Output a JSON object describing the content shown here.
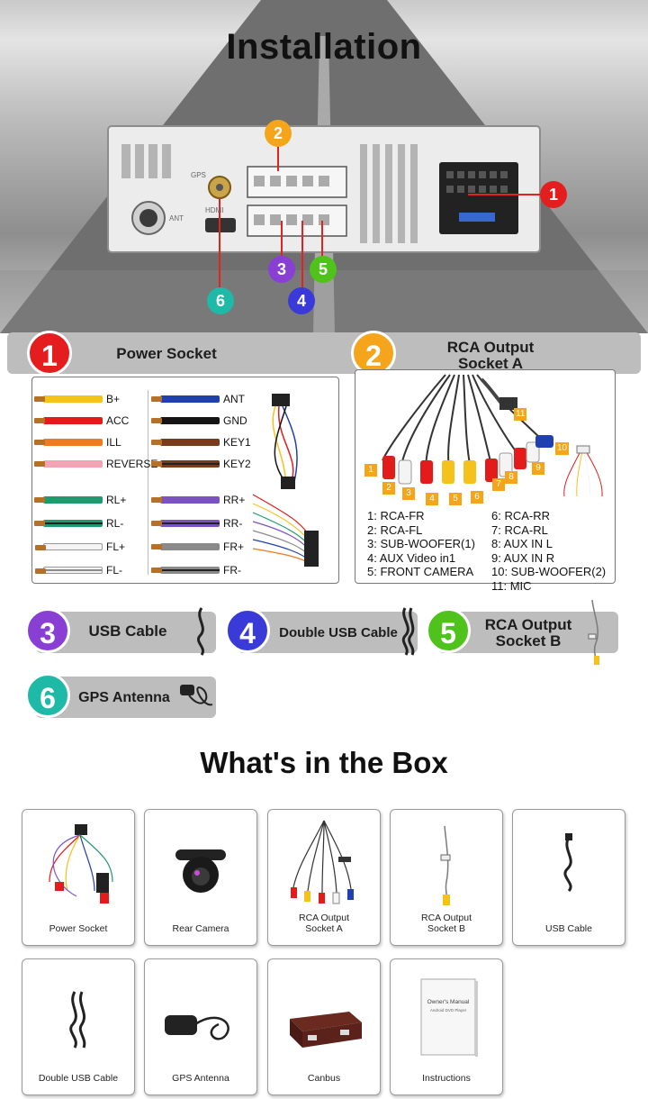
{
  "header": {
    "title": "Installation"
  },
  "unit": {
    "gps_label": "GPS",
    "hdmi_label": "HDMI",
    "ant_label": "ANT",
    "callouts": [
      "1",
      "2",
      "3",
      "4",
      "5",
      "6"
    ]
  },
  "power_socket": {
    "number": "1",
    "title": "Power Socket",
    "left_wires": [
      {
        "label": "B+",
        "color": "#f5c21b"
      },
      {
        "label": "ACC",
        "color": "#e31b1b"
      },
      {
        "label": "ILL",
        "color": "#f07a1c"
      },
      {
        "label": "REVERSE",
        "color": "#f4a3b4"
      },
      {
        "label": "RL+",
        "color": "#1f9a6c"
      },
      {
        "label": "RL-",
        "color": "#1f9a6c"
      },
      {
        "label": "FL+",
        "color": "#f4f4f4"
      },
      {
        "label": "FL-",
        "color": "#f4f4f4"
      }
    ],
    "right_wires": [
      {
        "label": "ANT",
        "color": "#2040b0"
      },
      {
        "label": "GND",
        "color": "#151515"
      },
      {
        "label": "KEY1",
        "color": "#7a3a1c"
      },
      {
        "label": "KEY2",
        "color": "#7a3a1c"
      },
      {
        "label": "RR+",
        "color": "#7b52c4"
      },
      {
        "label": "RR-",
        "color": "#7b52c4"
      },
      {
        "label": "FR+",
        "color": "#8a8a8a"
      },
      {
        "label": "FR-",
        "color": "#8a8a8a"
      }
    ]
  },
  "rca_socket_a": {
    "number": "2",
    "title_line1": "RCA Output",
    "title_line2": "Socket A",
    "tags": [
      "1",
      "2",
      "3",
      "4",
      "5",
      "6",
      "7",
      "8",
      "9",
      "10",
      "11"
    ],
    "items_left": [
      "1: RCA-FR",
      "2: RCA-FL",
      "3: SUB-WOOFER(1)",
      "4: AUX Video in1",
      "5: FRONT CAMERA"
    ],
    "items_right": [
      "6: RCA-RR",
      "7: RCA-RL",
      "8: AUX IN L",
      "9: AUX IN R",
      "10: SUB-WOOFER(2)",
      "11: MIC"
    ]
  },
  "usb_cable": {
    "number": "3",
    "title": "USB Cable"
  },
  "double_usb": {
    "number": "4",
    "title": "Double USB Cable"
  },
  "rca_socket_b": {
    "number": "5",
    "title_line1": "RCA Output",
    "title_line2": "Socket B"
  },
  "gps_antenna": {
    "number": "6",
    "title": "GPS Antenna"
  },
  "in_box": {
    "title": "What's in the Box",
    "items": [
      {
        "line1": "Power Socket",
        "line2": ""
      },
      {
        "line1": "Rear Camera",
        "line2": ""
      },
      {
        "line1": "RCA Output",
        "line2": "Socket A"
      },
      {
        "line1": "RCA Output",
        "line2": "Socket B"
      },
      {
        "line1": "USB Cable",
        "line2": ""
      },
      {
        "line1": "Double USB Cable",
        "line2": ""
      },
      {
        "line1": "GPS Antenna",
        "line2": ""
      },
      {
        "line1": "Canbus",
        "line2": ""
      },
      {
        "line1": "Instructions",
        "line2": ""
      }
    ],
    "manual_title": "Owner's Manual",
    "manual_subtitle": "Android DVD Player"
  }
}
